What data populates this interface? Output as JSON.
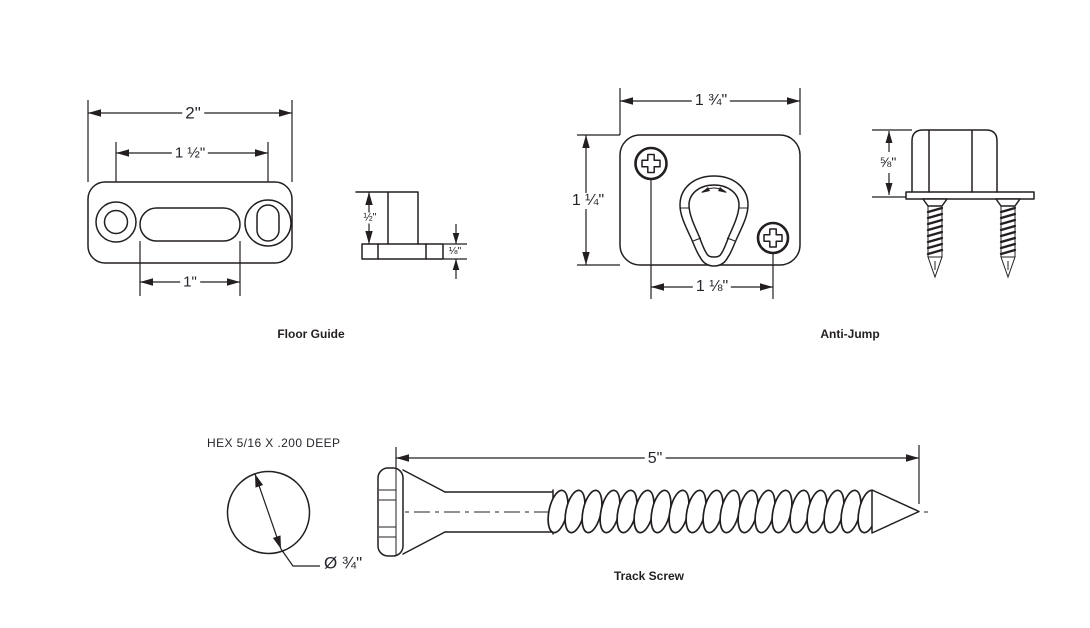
{
  "parts": {
    "floor_guide": {
      "label": "Floor Guide",
      "overall_width": "2\"",
      "hole_spacing": "1 ½\"",
      "slot_length": "1\"",
      "guide_height": "½\"",
      "base_thickness": "⅛\""
    },
    "anti_jump": {
      "label": "Anti-Jump",
      "overall_width": "1 ¾\"",
      "overall_height": "1 ¼\"",
      "screw_spacing": "1 ⅛\"",
      "body_height": "⅝\""
    },
    "track_screw": {
      "label": "Track Screw",
      "length": "5\"",
      "hex_note": "HEX 5/16 X .200 DEEP",
      "head_diameter": "Ø ¾\""
    }
  },
  "colors": {
    "line": "#231f20",
    "text": "#26262c",
    "background": "#ffffff"
  }
}
